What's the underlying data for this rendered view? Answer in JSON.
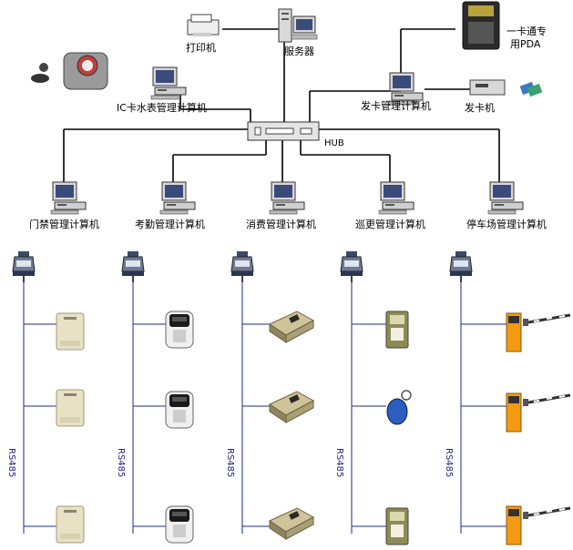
{
  "top": {
    "printer_label": "打印机",
    "server_label": "服务器",
    "pda_label_line1": "一卡通专",
    "pda_label_line2": "用PDA"
  },
  "middle": {
    "ic_water_label": "IC卡水表管理计算机",
    "card_issue_pc_label": "发卡管理计算机",
    "card_issuer_label": "发卡机",
    "hub_label": "HUB"
  },
  "branches": [
    {
      "pc_label": "门禁管理计算机",
      "bus_label": "RS485"
    },
    {
      "pc_label": "考勤管理计算机",
      "bus_label": "RS485"
    },
    {
      "pc_label": "消费管理计算机",
      "bus_label": "RS485"
    },
    {
      "pc_label": "巡更管理计算机",
      "bus_label": "RS485"
    },
    {
      "pc_label": "停车场管理计算机",
      "bus_label": "RS485"
    }
  ]
}
